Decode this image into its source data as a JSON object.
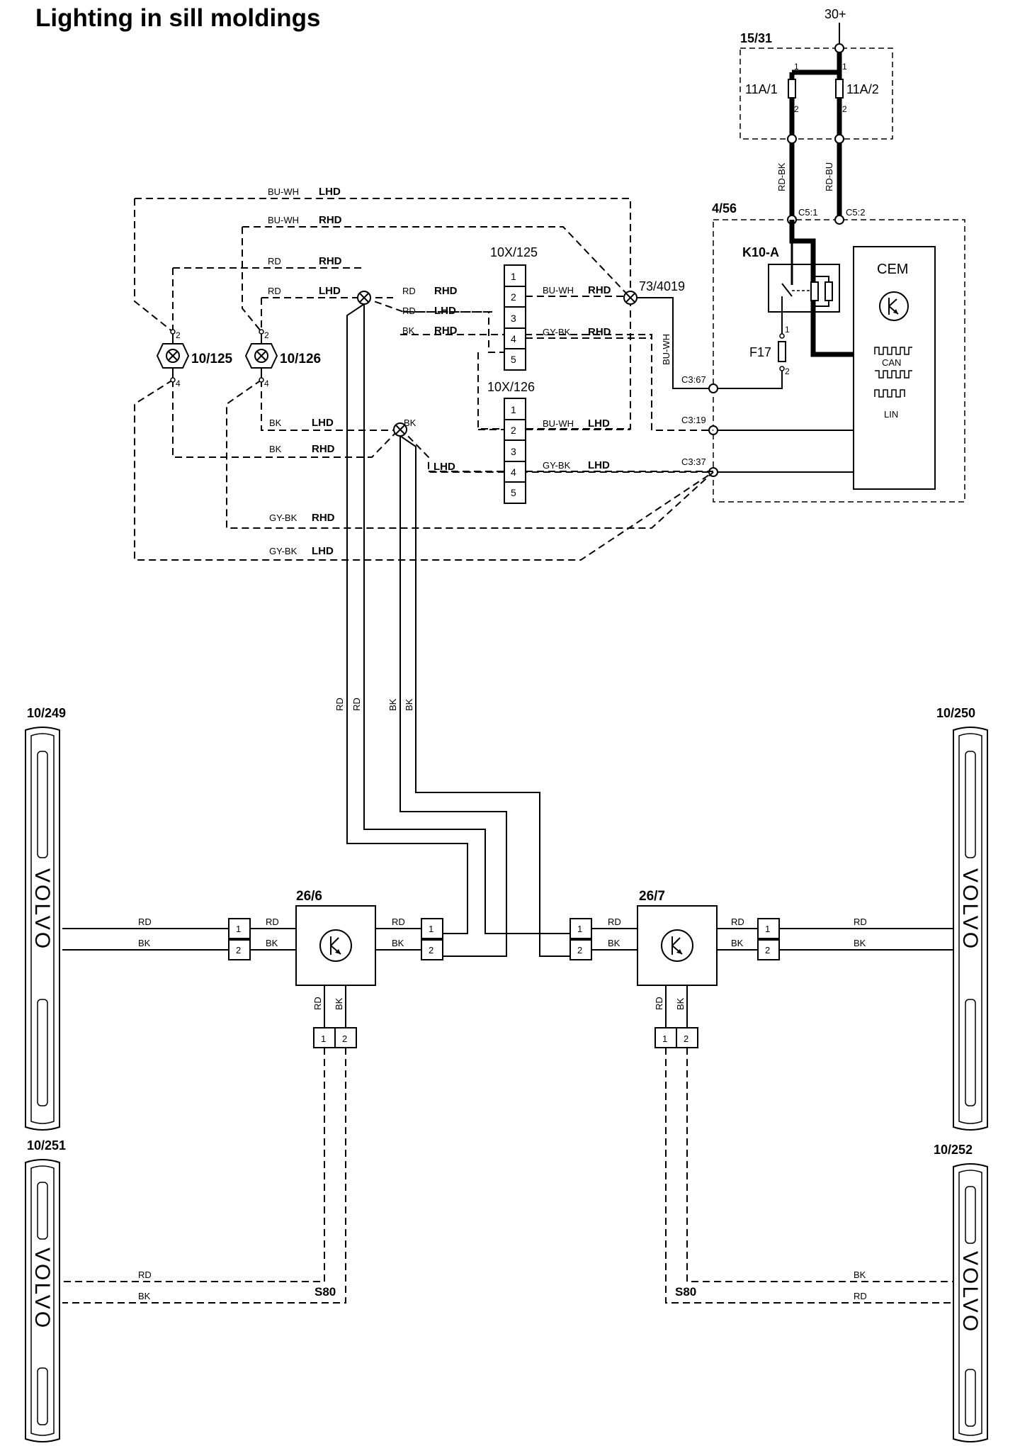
{
  "title": "Lighting in sill moldings",
  "supply": "30+",
  "fusebox": {
    "id": "15/31",
    "fuse1": "11A/1",
    "fuse2": "11A/2",
    "pin1": "1",
    "pin2": "2"
  },
  "wires": {
    "rdbk": "RD-BK",
    "rdbu": "RD-BU",
    "buwh": "BU-WH",
    "rd": "RD",
    "bk": "BK",
    "gybk": "GY-BK",
    "lhd": "LHD",
    "rhd": "RHD"
  },
  "cem_module": {
    "id": "4/56",
    "relay": "K10-A",
    "name": "CEM",
    "fuse": "F17",
    "c51": "C5:1",
    "c52": "C5:2",
    "c367": "C3:67",
    "c319": "C3:19",
    "c337": "C3:37",
    "can": "CAN",
    "lin": "LIN",
    "p1": "1",
    "p2": "2"
  },
  "splice": "73/4019",
  "connector_a": {
    "id": "10X/125",
    "pins": [
      "1",
      "2",
      "3",
      "4",
      "5"
    ]
  },
  "connector_b": {
    "id": "10X/126",
    "pins": [
      "1",
      "2",
      "3",
      "4",
      "5"
    ]
  },
  "lamps": [
    {
      "id": "10/125",
      "pin_top": "2",
      "pin_bottom": "4"
    },
    {
      "id": "10/126",
      "pin_top": "2",
      "pin_bottom": "4"
    }
  ],
  "control_units": [
    {
      "id": "26/6"
    },
    {
      "id": "26/7"
    }
  ],
  "pins": {
    "one": "1",
    "two": "2"
  },
  "sills": [
    {
      "id": "10/249",
      "brand": "VOLVO"
    },
    {
      "id": "10/250",
      "brand": "VOLVO"
    },
    {
      "id": "10/251",
      "brand": "VOLVO"
    },
    {
      "id": "10/252",
      "brand": "VOLVO"
    }
  ],
  "variant": "S80"
}
